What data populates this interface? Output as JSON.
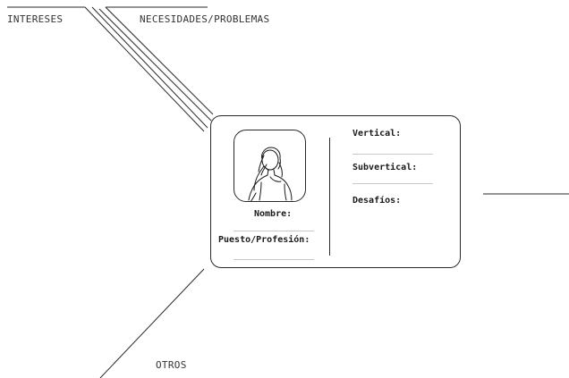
{
  "diagram": {
    "branches": {
      "intereses": "INTERESES",
      "necesidades": "NECESIDADES/PROBLEMAS",
      "otros": "OTROS"
    },
    "card": {
      "avatar_icon": "person-portrait-icon",
      "fields": {
        "nombre": "Nombre:",
        "puesto": "Puesto/Profesión:",
        "vertical": "Vertical:",
        "subvertical": "Subvertical:",
        "desafios": "Desafíos:"
      }
    },
    "colors": {
      "line": "#2a2a2a",
      "field_line": "#c8c8c8",
      "background": "#ffffff"
    }
  }
}
